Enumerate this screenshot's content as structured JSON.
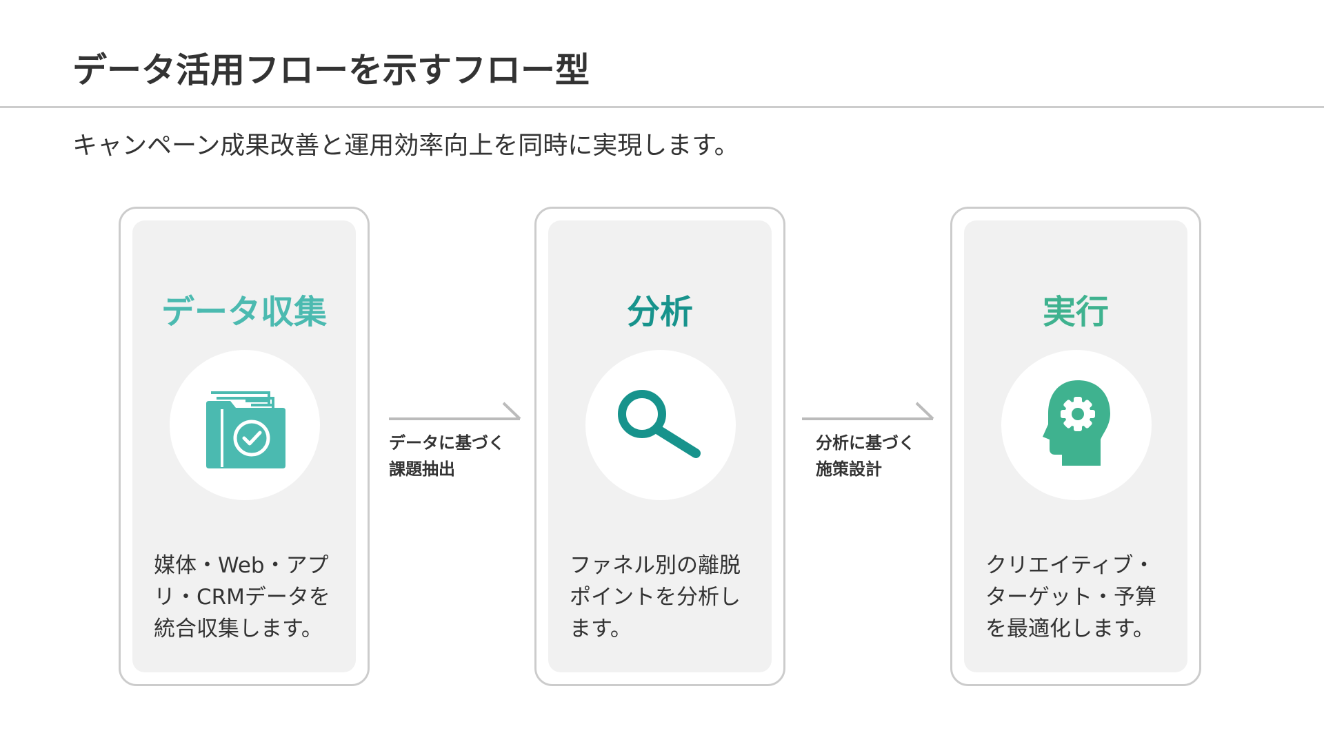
{
  "header": {
    "title": "データ活用フローを示すフロー型",
    "subtitle": "キャンペーン成果改善と運用効率向上を同時に実現します。"
  },
  "steps": [
    {
      "title": "データ収集",
      "title_color": "#4bbab0",
      "icon": "folder-check-icon",
      "icon_color": "#4bbab0",
      "description": "媒体・Web・アプリ・CRMデータを統合収集します。"
    },
    {
      "title": "分析",
      "title_color": "#17938c",
      "icon": "magnifier-icon",
      "icon_color": "#17938c",
      "description": "ファネル別の離脱ポイントを分析します。"
    },
    {
      "title": "実行",
      "title_color": "#3fb28f",
      "icon": "head-gear-icon",
      "icon_color": "#3fb28f",
      "description": "クリエイティブ・ターゲット・予算を最適化します。"
    }
  ],
  "connectors": [
    {
      "label": "データに基づく\n課題抽出"
    },
    {
      "label": "分析に基づく\n施策設計"
    }
  ],
  "colors": {
    "card_border": "#cccccc",
    "card_fill": "#f1f1f1",
    "arrow": "#bbbbbb"
  }
}
